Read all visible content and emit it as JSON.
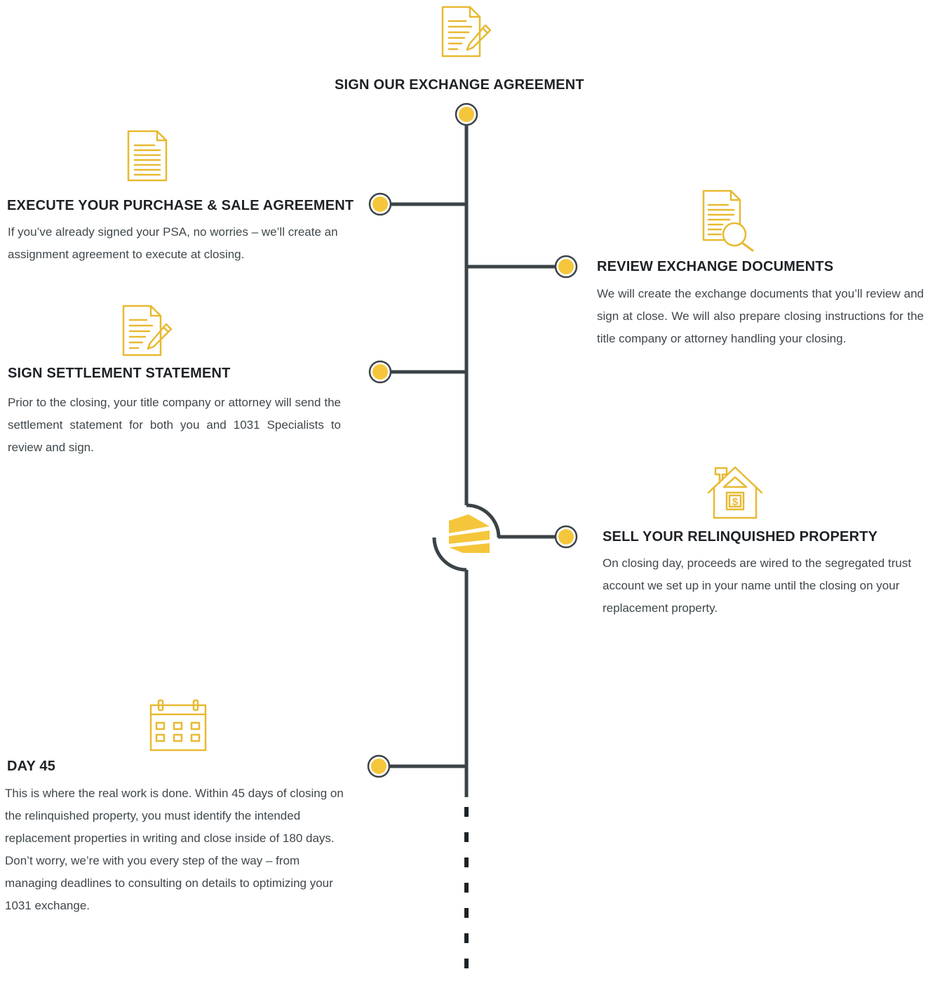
{
  "colors": {
    "accent": "#f5c63b",
    "icon_stroke": "#e8b931",
    "line": "#3b4347",
    "heading": "#1e2226",
    "text": "#3f474c"
  },
  "steps": [
    {
      "icon": "document-pen-icon",
      "title": "SIGN OUR EXCHANGE AGREEMENT",
      "body": ""
    },
    {
      "icon": "document-lines-icon",
      "title": "EXECUTE YOUR PURCHASE & SALE AGREEMENT",
      "body": "If you’ve already signed your PSA, no worries – we’ll create an assignment agreement to execute at closing."
    },
    {
      "icon": "document-search-icon",
      "title": "REVIEW EXCHANGE DOCUMENTS",
      "body": "We will create the exchange documents that you’ll review and sign at close. We will also prepare closing instructions for the title company or attorney handling your closing."
    },
    {
      "icon": "document-pen-icon",
      "title": "SIGN SETTLEMENT STATEMENT",
      "body": "Prior to the closing, your title company or attorney will send the settlement statement for both you and 1031 Specialists to review and sign."
    },
    {
      "icon": "house-dollar-icon",
      "title": "SELL YOUR RELINQUISHED PROPERTY",
      "body": "On closing day, proceeds are wired to the segregated trust account we set up in your name until the closing on your replacement property."
    },
    {
      "icon": "calendar-icon",
      "title": "DAY 45",
      "body": "This is where the real work is done. Within 45 days of closing on the relinquished property, you must identify the intended replacement properties in writing and close inside of 180 days. Don’t worry, we’re with you every step of the way – from managing deadlines to consulting on details to optimizing your 1031 exchange."
    }
  ]
}
